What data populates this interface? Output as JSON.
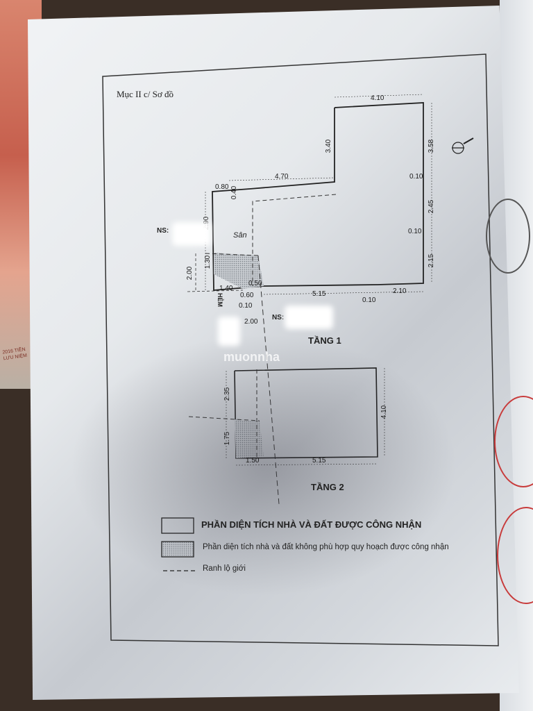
{
  "document": {
    "section_title": "Mục II c/ Sơ đồ",
    "floor1_label": "TẦNG 1",
    "floor2_label": "TẦNG 2",
    "yard_label": "Sân",
    "alley_label": "HẺM",
    "neighbor_label_1": "NS:",
    "neighbor_label_2": "NS:",
    "watermark": "muonnha"
  },
  "floor1_dims": {
    "top_width": "4.10",
    "right_upper": "3.58",
    "inner_vertical": "3.40",
    "mid_width": "4.70",
    "left_step": "0.80",
    "step_height": "0.40",
    "right_gap_1": "0.10",
    "right_mid": "2.45",
    "right_gap_2": "0.10",
    "right_lower": "2.15",
    "left_upper": "2.90",
    "left_gap": "1.30",
    "left_outer": "2.00",
    "corner_1": "1.40",
    "corner_2": "0.50",
    "corner_3": "0.60",
    "corner_4": "0.10",
    "bottom_main": "5.15",
    "bottom_gap": "0.10",
    "bottom_right": "2.10",
    "alley_width": "2.00"
  },
  "floor2_dims": {
    "left_upper": "2.35",
    "left_lower": "1.75",
    "right": "4.10",
    "bottom_left": "1.50",
    "bottom_right": "5.15"
  },
  "legend": {
    "recognized": "PHẦN DIỆN TÍCH NHÀ VÀ ĐẤT ĐƯỢC CÔNG NHẬN",
    "non_conforming": "Phần diện tích nhà và đất không phù hợp quy hoạch được công nhận",
    "boundary": "Ranh lộ giới"
  },
  "banknote": {
    "text": "2016 TIỀN LƯU NIỆM"
  },
  "colors": {
    "stamp_red": "#c83b3b",
    "line": "#222222",
    "hatch": "#9aa0a6"
  }
}
